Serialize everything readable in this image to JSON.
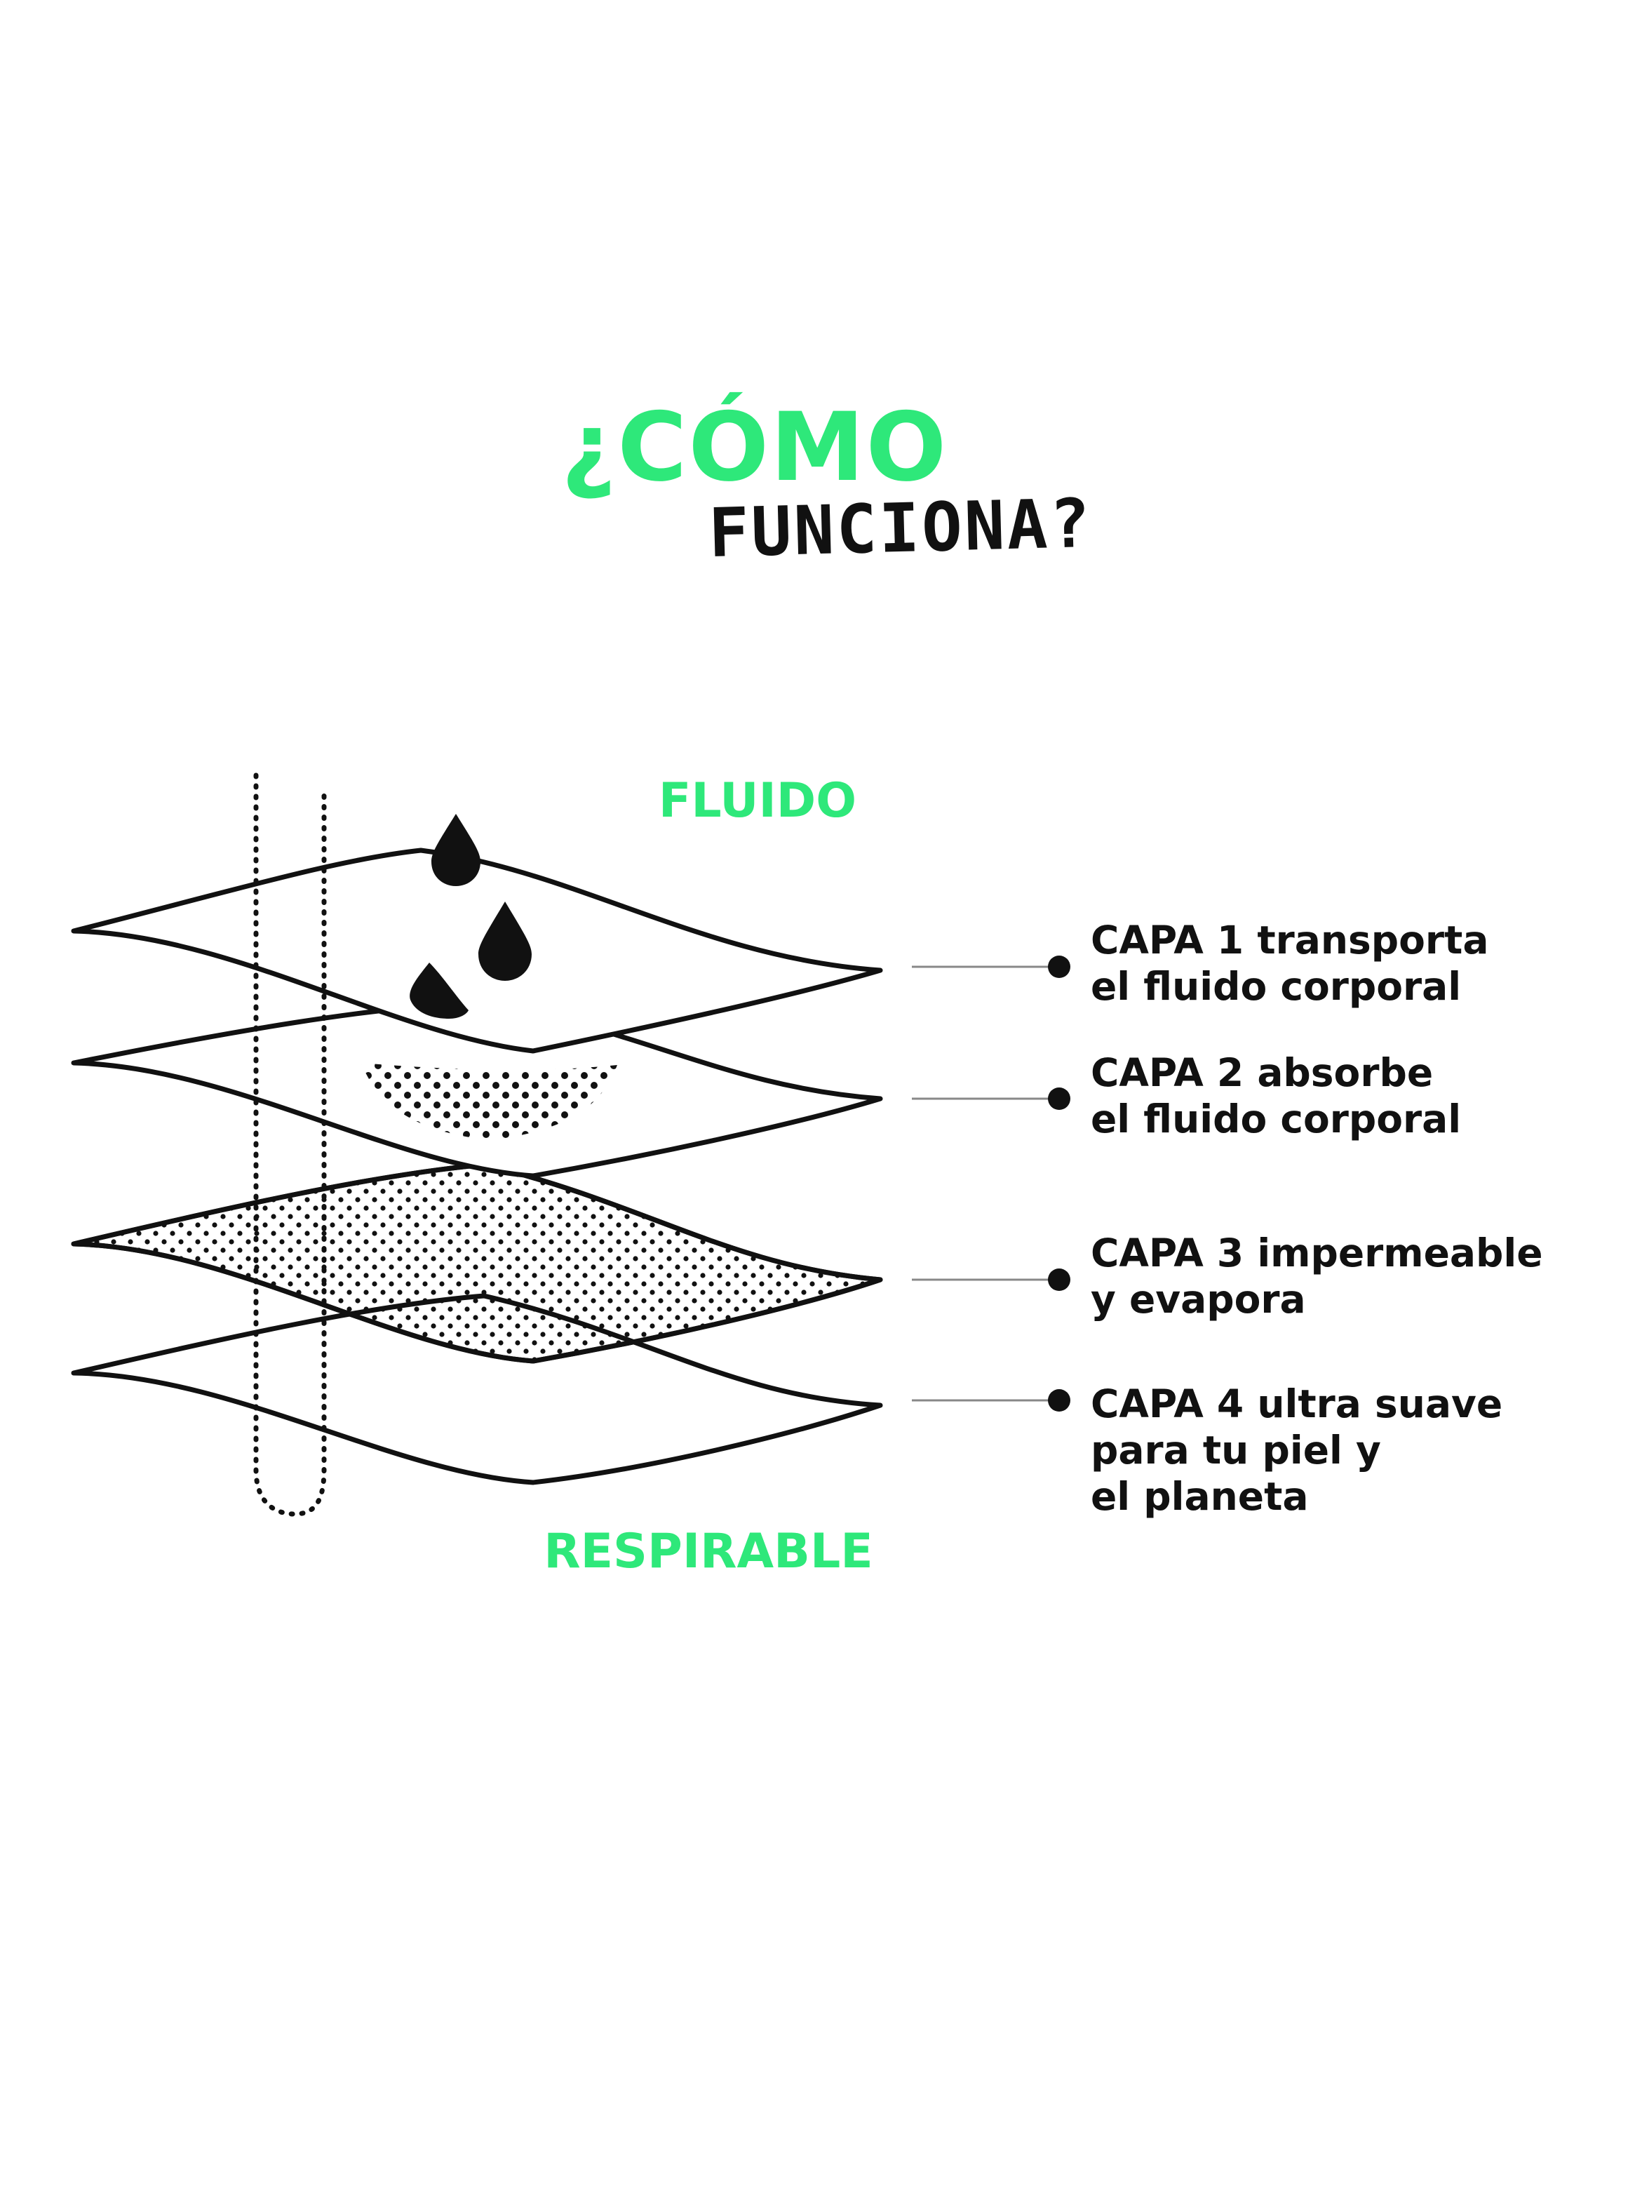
{
  "title": {
    "line1": "¿CÓMO",
    "line2": "FUNCIONA?"
  },
  "top_label": "FLUIDO",
  "bottom_label": "RESPIRABLE",
  "layers": [
    {
      "lines": [
        "CAPA 1 transporta",
        "el fluido corporal"
      ]
    },
    {
      "lines": [
        "CAPA 2 absorbe",
        "el fluido corporal"
      ]
    },
    {
      "lines": [
        "CAPA 3 impermeable",
        "y evapora"
      ]
    },
    {
      "lines": [
        "CAPA 4 ultra suave",
        "para tu piel y",
        "el planeta"
      ]
    }
  ],
  "colors": {
    "accent": "#2ee87a",
    "ink": "#111111",
    "background": "#ffffff"
  }
}
